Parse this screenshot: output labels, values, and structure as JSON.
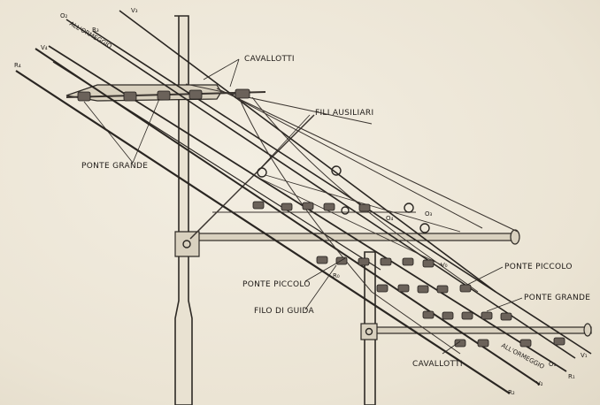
{
  "labels": {
    "cavallotti_top": "CAVALLOTTI",
    "fili_ausiliari": "FILI AUSILIARI",
    "ponte_grande_left": "PONTE GRANDE",
    "ponte_piccolo_left": "PONTE PICCOLO",
    "filo_di_guida": "FILO DI GUIDA",
    "ponte_piccolo_right": "PONTE PICCOLO",
    "ponte_grande_right": "PONTE GRANDE",
    "cavallotti_bottom": "CAVALLOTTI"
  },
  "wire_tags": {
    "o2_top": "O₂",
    "all_ormeggio_top": "ALL'ORMEGGIO",
    "r3": "R₃",
    "v3": "V₃",
    "v4": "V₄",
    "r4": "R₄",
    "o4": "O₄",
    "o3": "O₃",
    "r0": "R₀",
    "v0": "V₀",
    "all_ormeggio_bottom": "ALL'ORMEGGIO",
    "o1": "O₁",
    "v1": "V₁",
    "r1": "R₁",
    "v2": "V₂",
    "r2": "R₂"
  }
}
